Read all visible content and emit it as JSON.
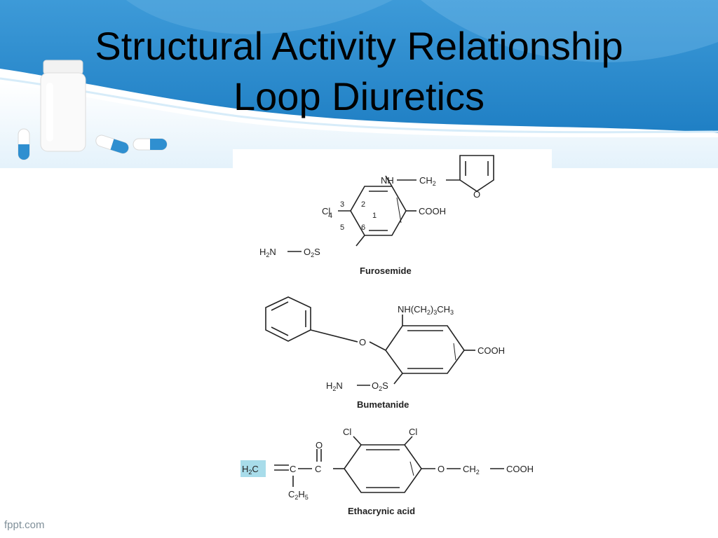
{
  "slide": {
    "title_line1": "Structural Activity Relationship",
    "title_line2": "Loop Diuretics",
    "footer_brand": "fppt.com",
    "colors": {
      "header_blue": "#2f8fd0",
      "header_light": "#b8def6",
      "highlight": "#a8dcea"
    }
  },
  "figure": {
    "furosemide": {
      "caption": "Furosemide",
      "nh": "NH",
      "ch2": "CH",
      "ch2_sub": "2",
      "furan_o": "O",
      "cl": "Cl",
      "cooh": "COOH",
      "h2n": "H",
      "h2n_sub": "2",
      "h2n_n": "N",
      "o2s": "O",
      "o2s_sub": "2",
      "o2s_s": "S",
      "ring_numbers": [
        "1",
        "2",
        "3",
        "4",
        "5",
        "6"
      ]
    },
    "bumetanide": {
      "caption": "Bumetanide",
      "nh_chain": "NH(CH",
      "nh_chain_sub1": "2",
      "nh_chain_mid": ")",
      "nh_chain_sub2": "3",
      "nh_chain_end": "CH",
      "nh_chain_sub3": "3",
      "o": "O",
      "cooh": "COOH",
      "h2n": "H",
      "h2n_sub": "2",
      "h2n_n": "N",
      "o2s": "O",
      "o2s_sub": "2",
      "o2s_s": "S"
    },
    "ethacrynic": {
      "caption": "Ethacrynic acid",
      "cl_left": "Cl",
      "cl_right": "Cl",
      "carbonyl_o": "O",
      "h2c": "H",
      "h2c_sub": "2",
      "h2c_c": "C",
      "c1": "C",
      "c2": "C",
      "c2h5": "C",
      "c2h5_sub1": "2",
      "c2h5_h": "H",
      "c2h5_sub2": "5",
      "o_link": "O",
      "ch2": "CH",
      "ch2_sub": "2",
      "cooh": "COOH"
    }
  }
}
